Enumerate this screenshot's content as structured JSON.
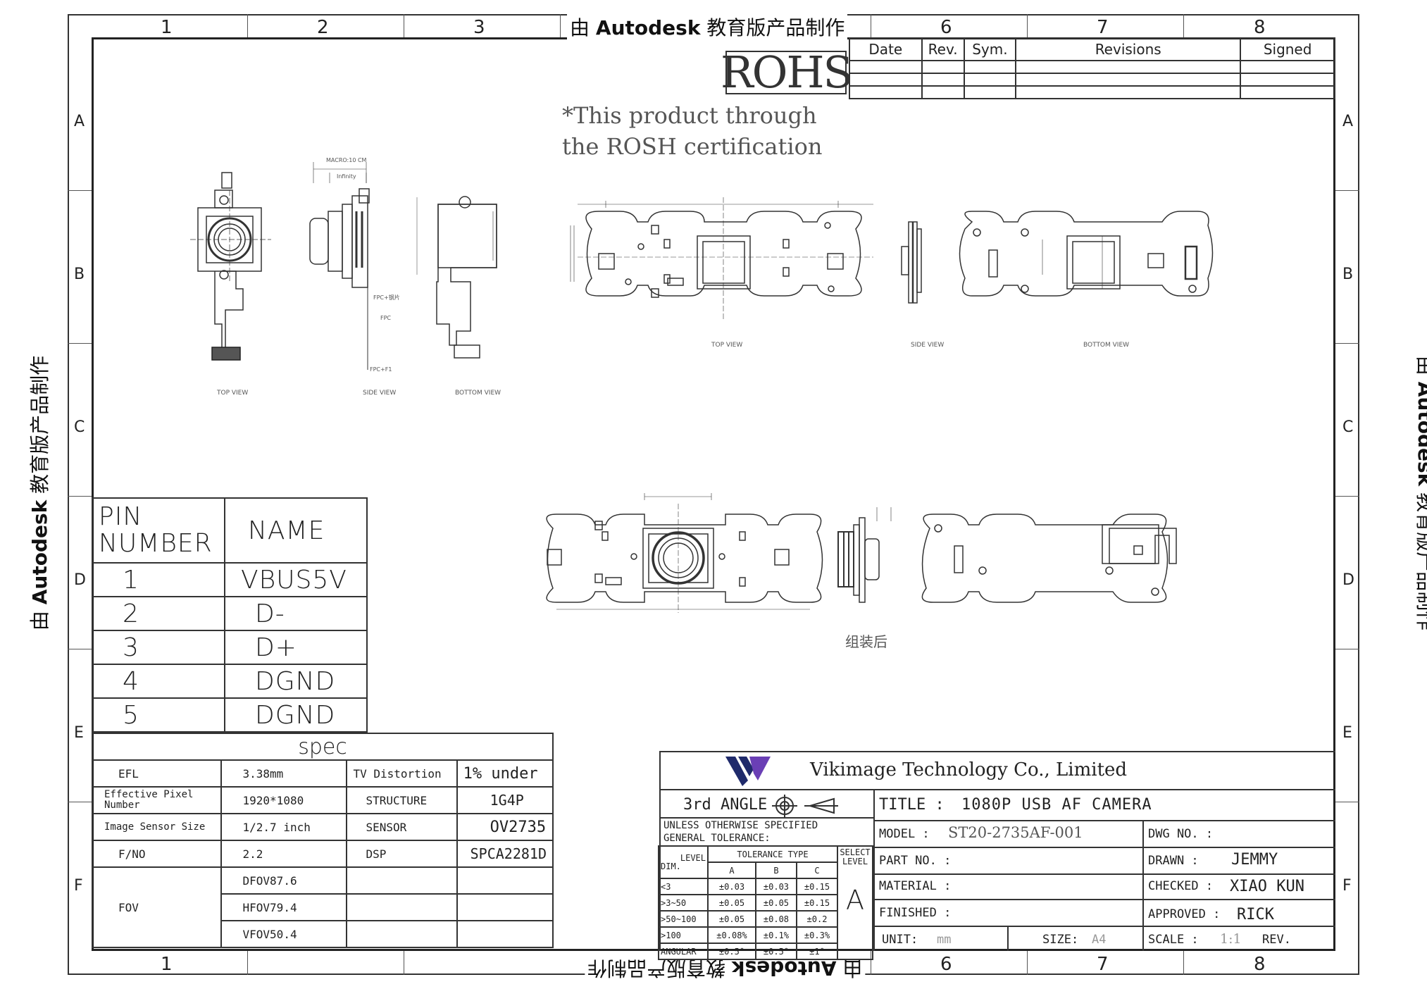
{
  "sheet": {
    "column_numbers": [
      "1",
      "2",
      "3",
      "6",
      "7",
      "8"
    ],
    "row_letters": [
      "A",
      "B",
      "C",
      "D",
      "E",
      "F"
    ],
    "watermark": {
      "prefix": "由 ",
      "brand": "Autodesk",
      "suffix": " 教育版产品制作"
    }
  },
  "revision_block": {
    "headers": [
      "Date",
      "Rev.",
      "Sym.",
      "Revisions",
      "Signed"
    ]
  },
  "rohs": {
    "label": "ROHS",
    "note_line1": "*This product through",
    "note_line2": "the ROSH certification"
  },
  "views": {
    "camera_top": "TOP VIEW",
    "camera_side": "SIDE VIEW",
    "camera_bottom": "BOTTOM VIEW",
    "board_top": "TOP VIEW",
    "board_side": "SIDE VIEW",
    "board_bottom": "BOTTOM VIEW",
    "assembled_label": "组装后",
    "dim_macro": "MACRO:10 CM",
    "dim_infinity": "Infinity",
    "dim_fpc1": "FPC+钢片",
    "dim_fpc2": "FPC",
    "dim_fpc3": "FPC+F1"
  },
  "pin_table": {
    "header_number": "PIN\nNUMBER",
    "header_name": "NAME",
    "rows": [
      {
        "number": "1",
        "name": "VBUS5V"
      },
      {
        "number": "2",
        "name": "D-"
      },
      {
        "number": "3",
        "name": "D+"
      },
      {
        "number": "4",
        "name": "DGND"
      },
      {
        "number": "5",
        "name": "DGND"
      }
    ]
  },
  "spec_table": {
    "title": "spec",
    "efl_label": "EFL",
    "efl_value": "3.38mm",
    "pixel_label": "Effective Pixel Number",
    "pixel_value": "1920*1080",
    "sensor_size_label": "Image Sensor Size",
    "sensor_size_value": "1/2.7 inch",
    "fno_label": "F/NO",
    "fno_value": "2.2",
    "fov_label": "FOV",
    "dfov": "DFOV87.6",
    "hfov": "HFOV79.4",
    "vfov": "VFOV50.4",
    "tv_label": "TV Distortion",
    "tv_value": "1% under",
    "structure_label": "STRUCTURE",
    "structure_value": "1G4P",
    "sensor_label": "SENSOR",
    "sensor_value": "OV2735",
    "dsp_label": "DSP",
    "dsp_value": "SPCA2281D"
  },
  "title_block": {
    "company": "Vikimage Technology Co., Limited",
    "angle": "3rd ANGLE",
    "tolerance_line1": "UNLESS OTHERWISE SPECIFIED",
    "tolerance_line2": "GENERAL TOLERANCE:",
    "tol_header_level": "LEVEL",
    "tol_header_dim": "DIM.",
    "tol_header_type": "TOLERANCE TYPE",
    "tol_header_select": "SELECT LEVEL",
    "tol_cols": [
      "A",
      "B",
      "C"
    ],
    "tol_rows": [
      {
        "dim": "<3",
        "a": "±0.03",
        "b": "±0.03",
        "c": "±0.15"
      },
      {
        "dim": ">3~50",
        "a": "±0.05",
        "b": "±0.05",
        "c": "±0.15"
      },
      {
        "dim": ">50~100",
        "a": "±0.05",
        "b": "±0.08",
        "c": "±0.2"
      },
      {
        "dim": ">100",
        "a": "±0.08%",
        "b": "±0.1%",
        "c": "±0.3%"
      },
      {
        "dim": "ANGULAR",
        "a": "±0.5°",
        "b": "±0.5°",
        "c": "±1°"
      }
    ],
    "select_level": "A",
    "title_label": "TITLE :",
    "title_value": "1080P USB AF CAMERA",
    "model_label": "MODEL :",
    "model_value": "ST20-2735AF-001",
    "dwg_label": "DWG NO. :",
    "part_label": "PART NO. :",
    "drawn_label": "DRAWN :",
    "drawn_value": "JEMMY",
    "material_label": "MATERIAL :",
    "checked_label": "CHECKED :",
    "checked_value": "XIAO KUN",
    "finished_label": "FINISHED :",
    "approved_label": "APPROVED :",
    "approved_value": "RICK",
    "unit_label": "UNIT:",
    "unit_value": "mm",
    "size_label": "SIZE:",
    "size_value": "A4",
    "scale_label": "SCALE :",
    "scale_value": "1:1",
    "rev_label": "REV."
  },
  "colors": {
    "logo_dark": "#1f2a6b",
    "logo_purple": "#6a3fb5",
    "line": "#333333"
  }
}
